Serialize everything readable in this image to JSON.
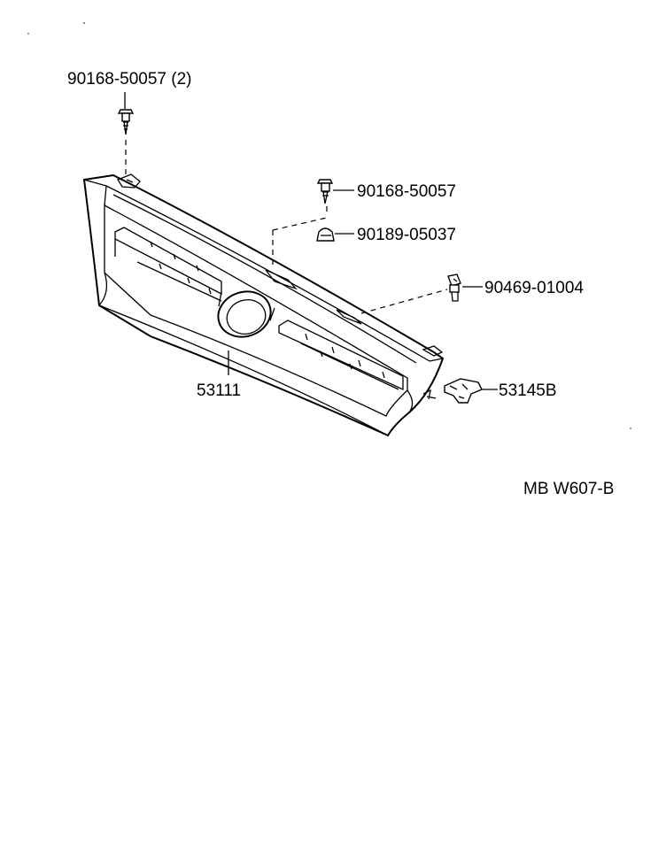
{
  "callouts": {
    "screw_top_left": "90168-50057 (2)",
    "screw_right": "90168-50057",
    "clip": "90189-05037",
    "fastener": "90469-01004",
    "grille": "53111",
    "bracket": "53145B"
  },
  "drawing_code": "MB W607-B"
}
